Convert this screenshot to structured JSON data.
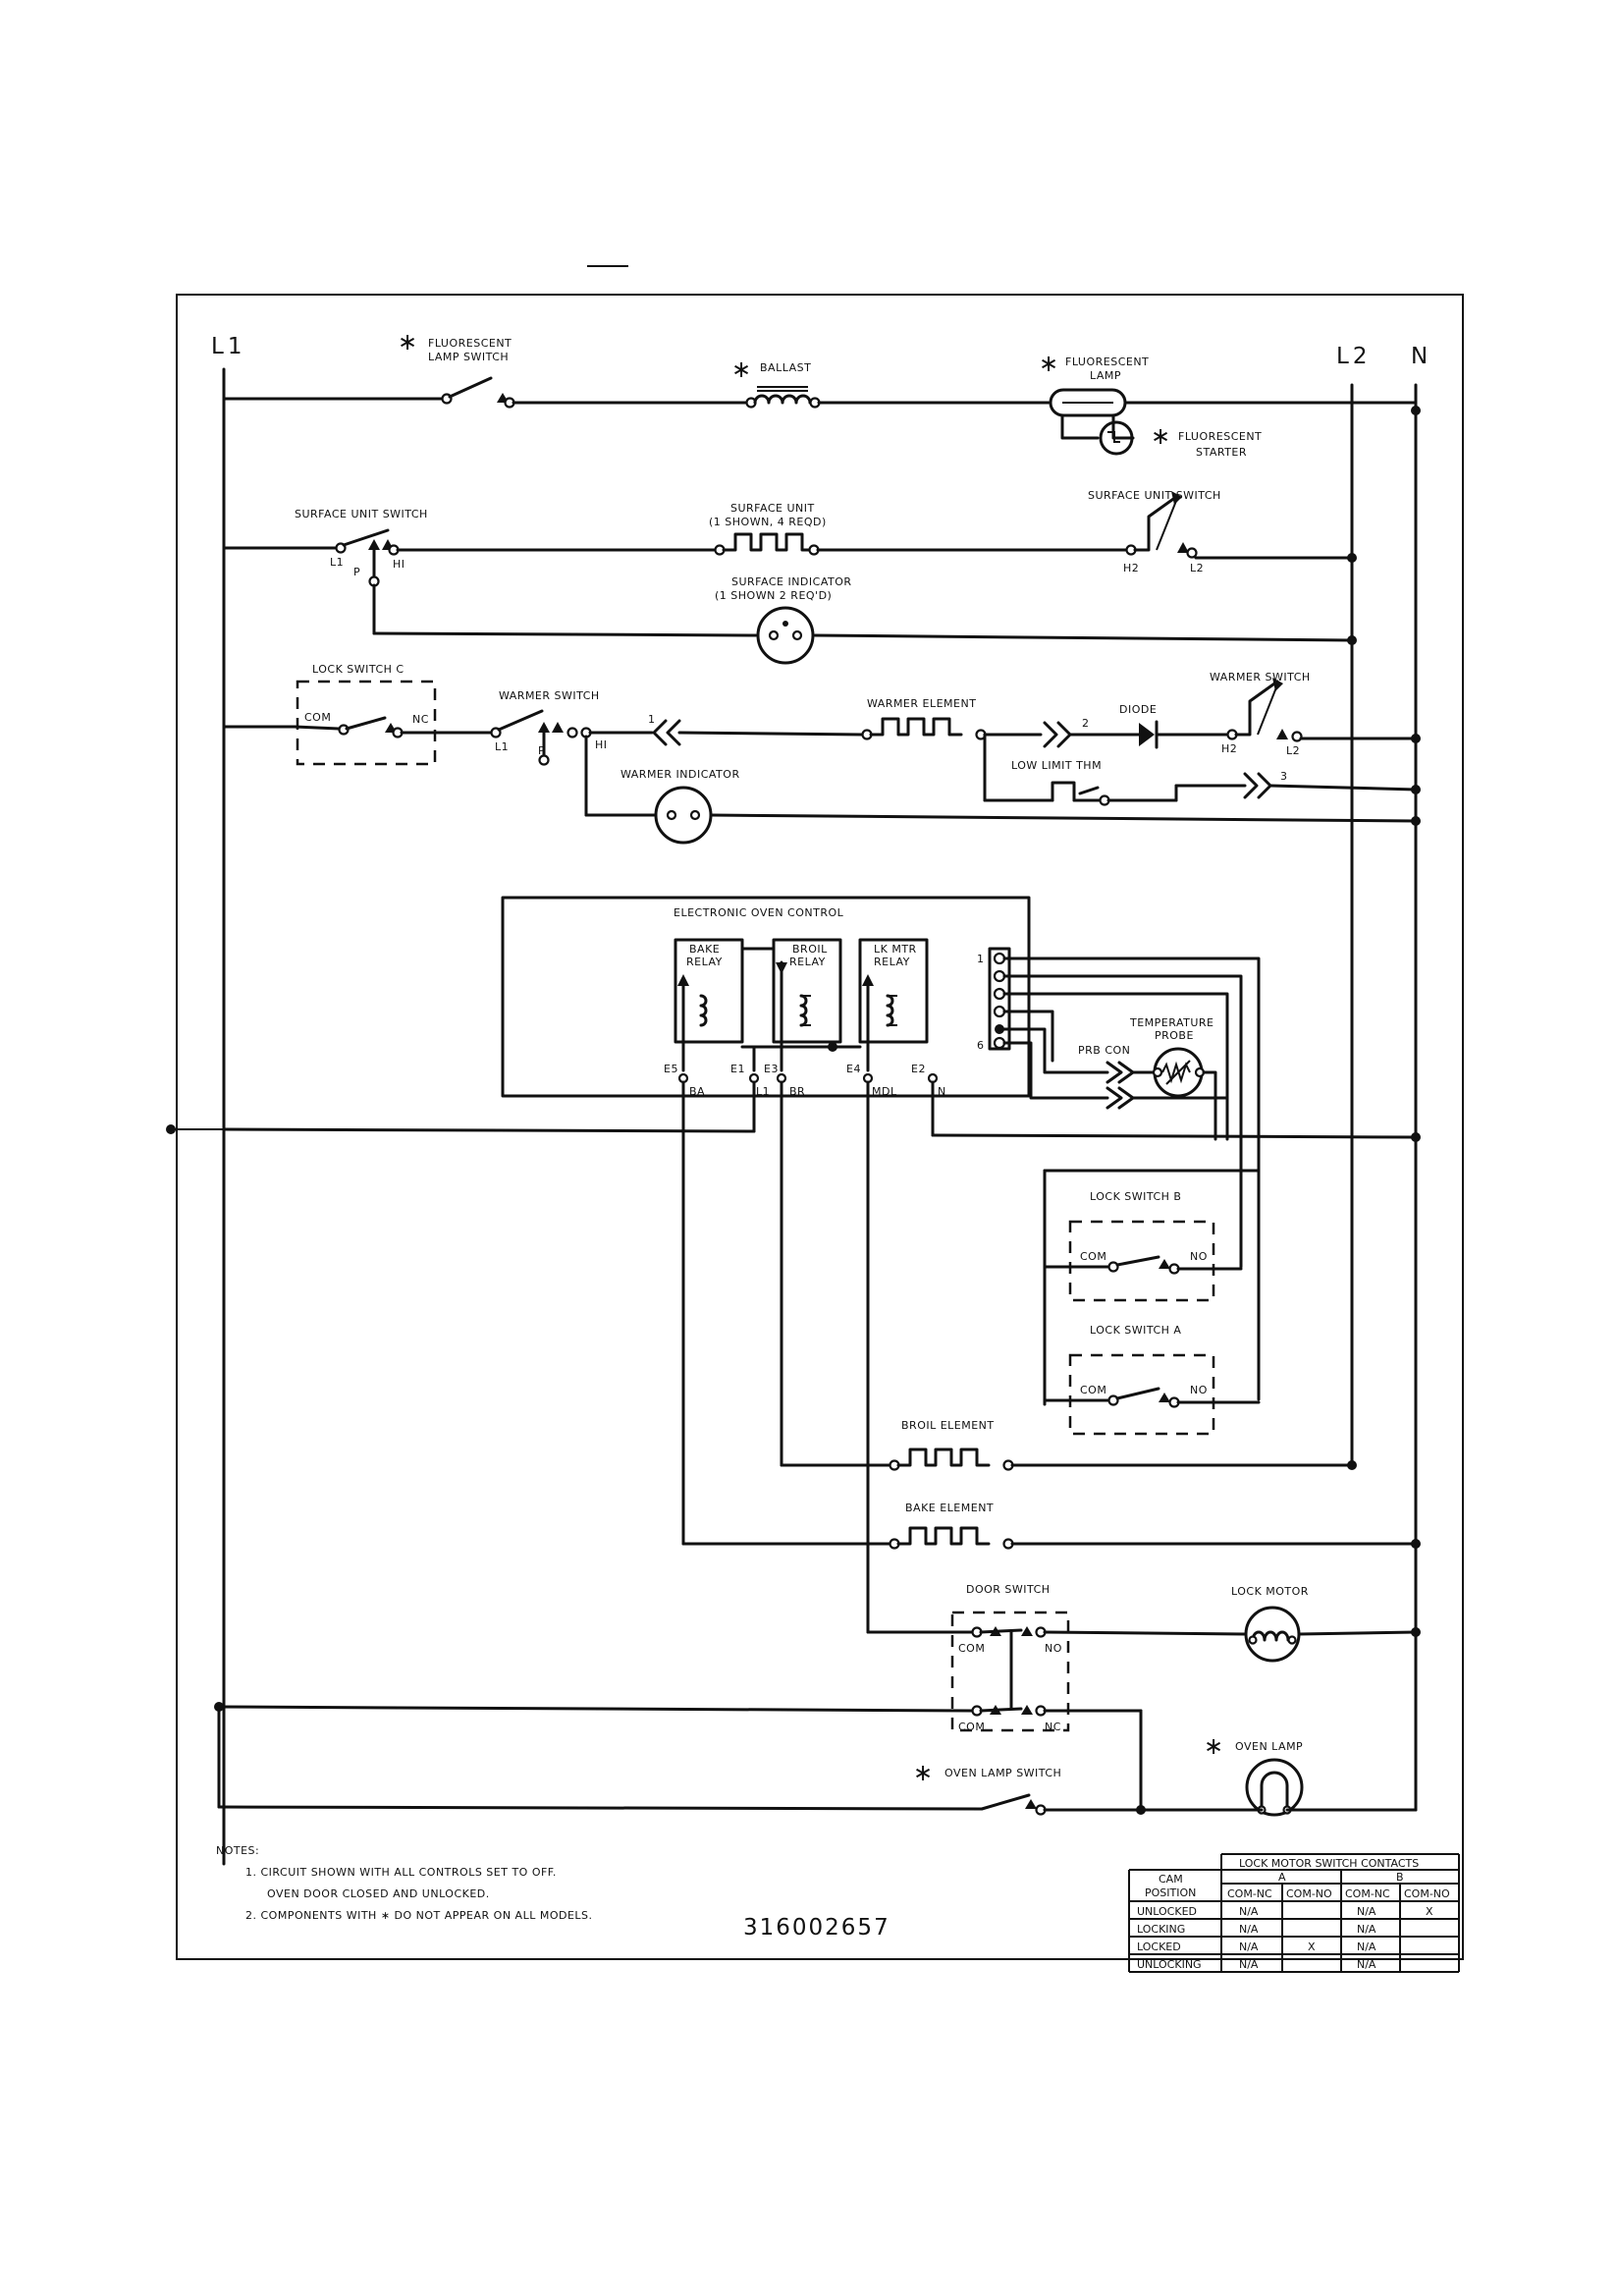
{
  "rails": {
    "l1": "L1",
    "l2": "L2",
    "n": "N"
  },
  "asterisk": "∗",
  "labels": {
    "fluorescent_lamp_switch": [
      "FLUORESCENT",
      "LAMP SWITCH"
    ],
    "ballast": "BALLAST",
    "fluorescent_lamp": [
      "FLUORESCENT",
      "LAMP"
    ],
    "fluorescent_starter": [
      "FLUORESCENT",
      "STARTER"
    ],
    "surface_unit_switch_left": "SURFACE UNIT SWITCH",
    "surface_unit": [
      "SURFACE UNIT",
      "(1 SHOWN, 4 REQD)"
    ],
    "surface_unit_switch_right": "SURFACE UNIT SWITCH",
    "surface_indicator": [
      "SURFACE INDICATOR",
      "(1 SHOWN  2 REQ'D)"
    ],
    "lock_switch_c": "LOCK SWITCH C",
    "warmer_switch_left": "WARMER SWITCH",
    "warmer_element": "WARMER ELEMENT",
    "diode": "DIODE",
    "warmer_switch_right": "WARMER SWITCH",
    "low_limit_thm": "LOW LIMIT THM",
    "warmer_indicator": "WARMER INDICATOR",
    "electronic_oven_control": "ELECTRONIC OVEN CONTROL",
    "bake_relay": [
      "BAKE",
      "RELAY"
    ],
    "broil_relay": [
      "BROIL",
      "RELAY"
    ],
    "lk_mtr_relay": [
      "LK MTR",
      "RELAY"
    ],
    "temperature_probe": [
      "TEMPERATURE",
      "PROBE"
    ],
    "prb_con": "PRB CON",
    "lock_switch_b": "LOCK SWITCH B",
    "lock_switch_a": "LOCK SWITCH A",
    "broil_element": "BROIL ELEMENT",
    "bake_element": "BAKE ELEMENT",
    "door_switch": "DOOR SWITCH",
    "lock_motor": "LOCK MOTOR",
    "oven_lamp": "OVEN LAMP",
    "oven_lamp_switch": "OVEN LAMP SWITCH"
  },
  "terminals": {
    "L1": "L1",
    "HI": "HI",
    "P": "P",
    "H2": "H2",
    "L2": "L2",
    "COM": "COM",
    "NC": "NC",
    "NO": "NO",
    "E5": "E5",
    "E1": "E1",
    "E3": "E3",
    "E4": "E4",
    "E2": "E2",
    "BA": "BA",
    "BR": "BR",
    "MDL": "MDL",
    "N": "N",
    "pin1": "1",
    "pin6": "6",
    "conn1": "1",
    "conn2": "2",
    "conn3": "3"
  },
  "notes": {
    "title": "NOTES:",
    "lines": [
      "1.  CIRCUIT SHOWN WITH ALL CONTROLS SET TO OFF.",
      "OVEN DOOR CLOSED AND UNLOCKED.",
      "2.  COMPONENTS WITH ∗ DO NOT APPEAR ON ALL MODELS."
    ]
  },
  "part_number": "316002657",
  "contacts_table": {
    "title": "LOCK MOTOR SWITCH CONTACTS",
    "row_header": [
      "CAM",
      "POSITION"
    ],
    "groups": [
      "A",
      "B"
    ],
    "columns": [
      "COM-NC",
      "COM-NO",
      "COM-NC",
      "COM-NO"
    ],
    "rows": [
      {
        "position": "UNLOCKED",
        "cells": [
          "N/A",
          "",
          "N/A",
          "X"
        ]
      },
      {
        "position": "LOCKING",
        "cells": [
          "N/A",
          "",
          "N/A",
          ""
        ]
      },
      {
        "position": "LOCKED",
        "cells": [
          "N/A",
          "X",
          "N/A",
          ""
        ]
      },
      {
        "position": "UNLOCKING",
        "cells": [
          "N/A",
          "",
          "N/A",
          ""
        ]
      }
    ]
  }
}
